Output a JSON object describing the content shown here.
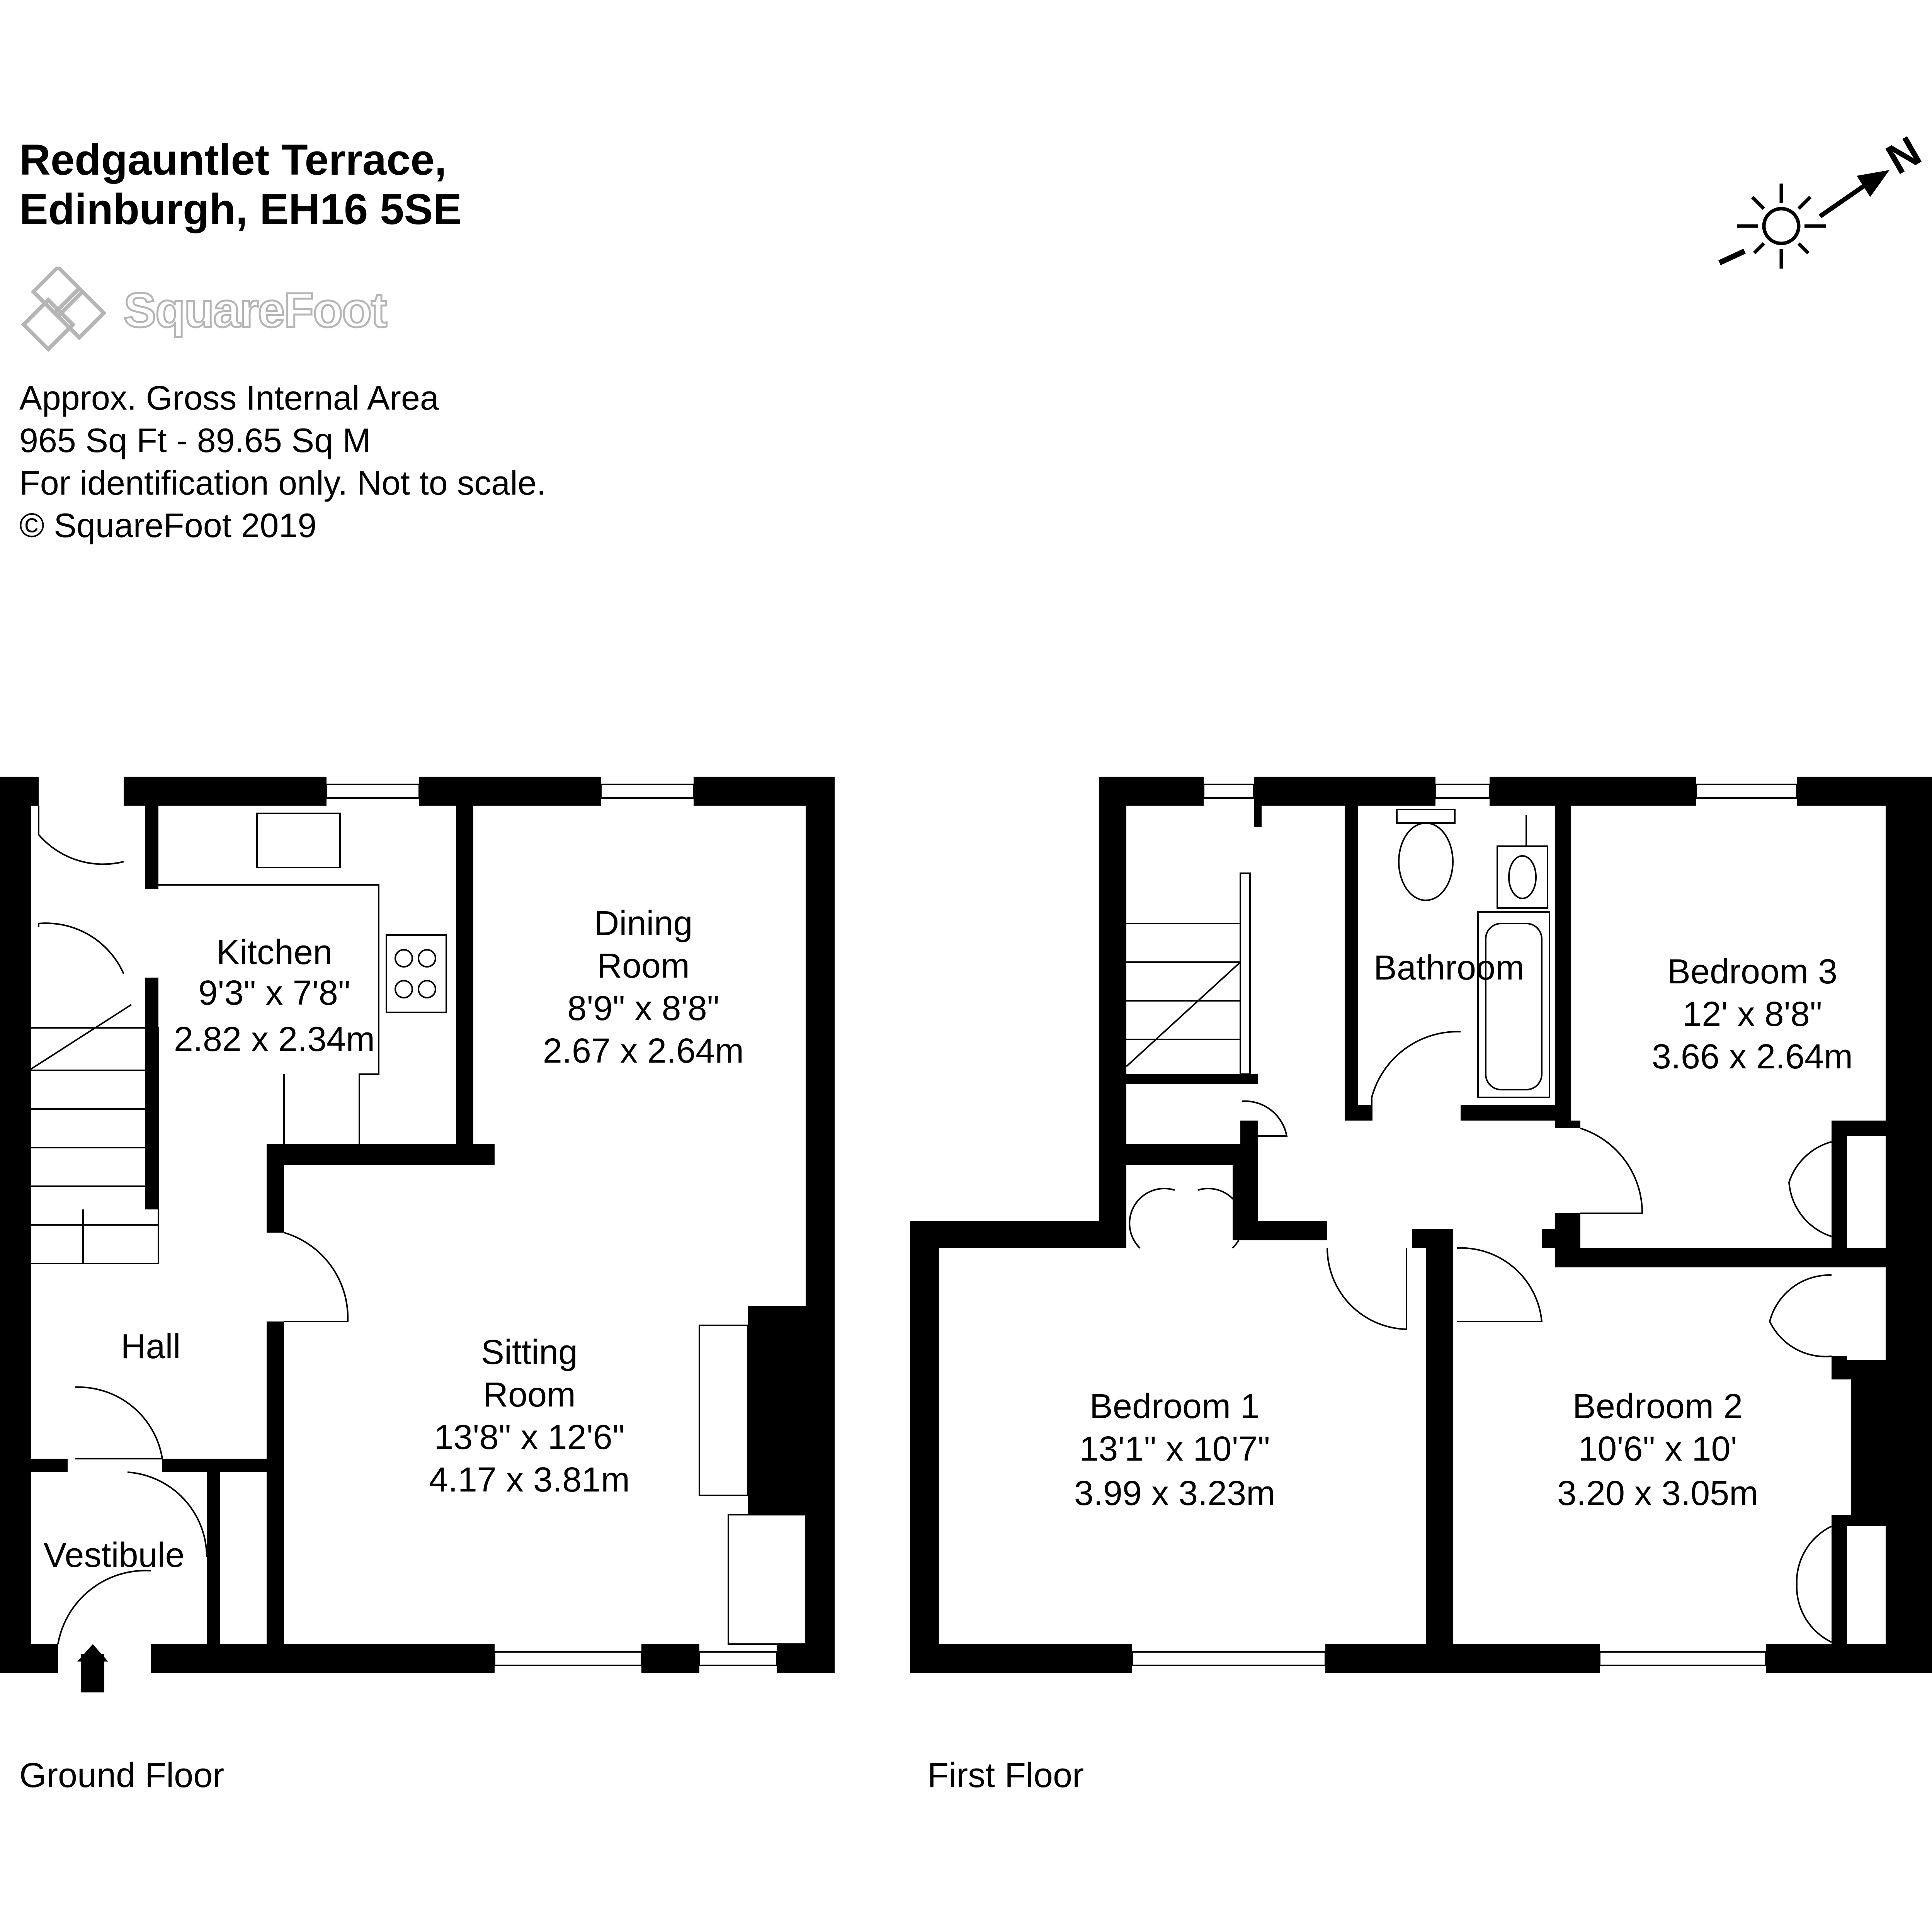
{
  "header": {
    "address_line1": "Redgauntlet Terrace,",
    "address_line2": "Edinburgh, EH16 5SE"
  },
  "brand": {
    "name": "SquareFoot"
  },
  "info": {
    "line1": "Approx. Gross Internal Area",
    "line2": "965 Sq Ft  -  89.65 Sq M",
    "line3": "For identification only. Not to scale.",
    "line4": "© SquareFoot 2019"
  },
  "compass": {
    "letter": "N"
  },
  "floors": {
    "ground": "Ground Floor",
    "first": "First Floor"
  },
  "rooms": {
    "kitchen": {
      "name": "Kitchen",
      "imperial": "9'3\" x 7'8\"",
      "metric": "2.82 x 2.34m"
    },
    "dining": {
      "name1": "Dining",
      "name2": "Room",
      "imperial": "8'9\" x 8'8\"",
      "metric": "2.67 x 2.64m"
    },
    "sitting": {
      "name1": "Sitting",
      "name2": "Room",
      "imperial": "13'8\" x 12'6\"",
      "metric": "4.17 x 3.81m"
    },
    "hall": {
      "name": "Hall"
    },
    "vestibule": {
      "name": "Vestibule"
    },
    "bathroom": {
      "name": "Bathroom"
    },
    "bedroom1": {
      "name": "Bedroom 1",
      "imperial": "13'1\" x 10'7\"",
      "metric": "3.99 x 3.23m"
    },
    "bedroom2": {
      "name": "Bedroom 2",
      "imperial": "10'6\" x 10'",
      "metric": "3.20 x 3.05m"
    },
    "bedroom3": {
      "name": "Bedroom 3",
      "imperial": "12' x 8'8\"",
      "metric": "3.66 x 2.64m"
    }
  },
  "colors": {
    "walls": "#000000",
    "background": "#ffffff",
    "logo": "#b5b5b5"
  }
}
